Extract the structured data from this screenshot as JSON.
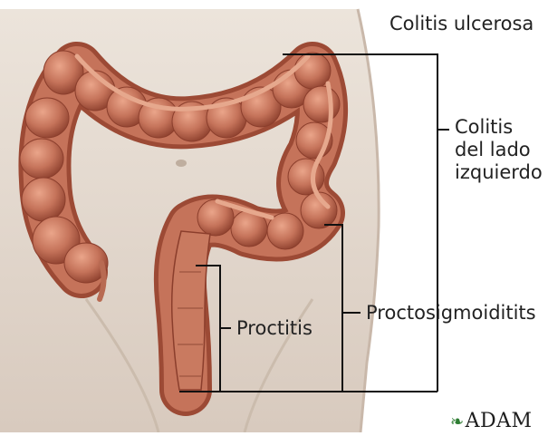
{
  "title": "Colitis ulcerosa",
  "labels": {
    "left_colitis": [
      "Colitis",
      "del lado",
      "izquierdo"
    ],
    "proctosigmoiditis": "Proctosigmoiditits",
    "proctitis": "Proctitis"
  },
  "logo": "ADAM",
  "colors": {
    "skin_light": "#e7ddd3",
    "skin_shadow": "#b9aa9c",
    "colon": "#c5735a",
    "colon_dark": "#8b3e2c",
    "colon_highlight": "#e8a086",
    "line": "#111111",
    "logo_leaf": "#2e7d32"
  }
}
